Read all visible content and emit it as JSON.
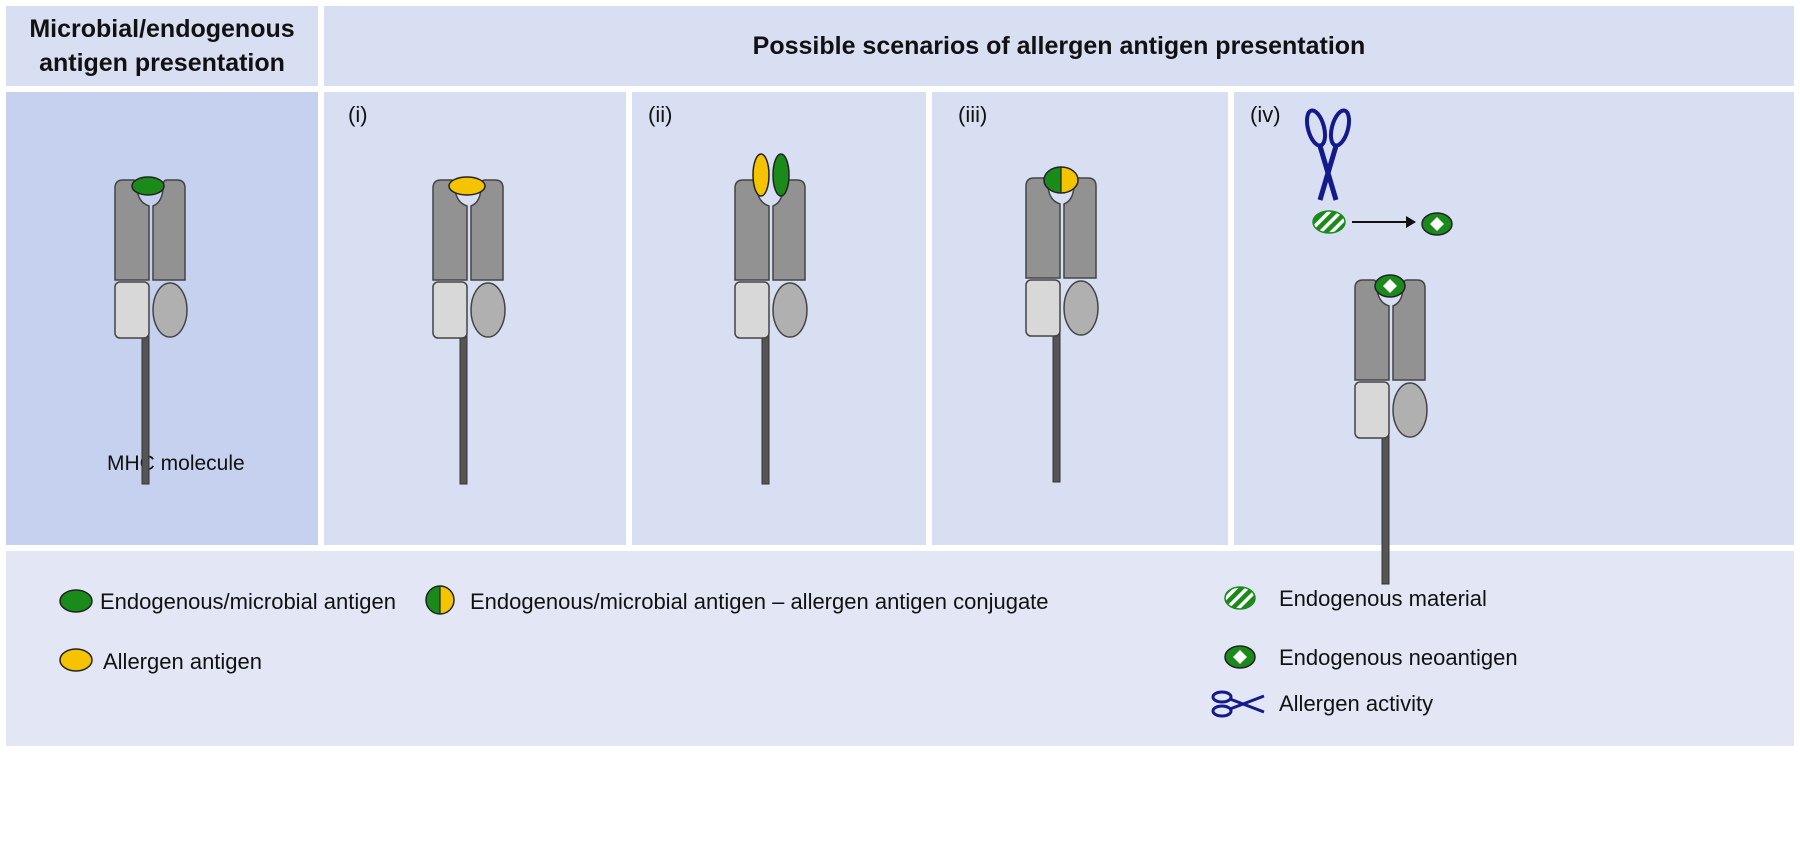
{
  "header": {
    "left_title": "Microbial/endogenous antigen presentation",
    "right_title": "Possible scenarios of allergen antigen presentation"
  },
  "scenarios": [
    {
      "label": "(i)"
    },
    {
      "label": "(ii)"
    },
    {
      "label": "(iii)"
    },
    {
      "label": "(iv)"
    }
  ],
  "mhc_label": "MHC molecule",
  "legend": {
    "endogenous_microbial_antigen": "Endogenous/microbial antigen",
    "allergen_antigen": "Allergen antigen",
    "conjugate": "Endogenous/microbial antigen – allergen antigen conjugate",
    "endogenous_material": "Endogenous material",
    "endogenous_neoantigen": "Endogenous neoantigen",
    "allergen_activity": "Allergen activity"
  },
  "colors": {
    "header_bg": "#d9dff2",
    "left_panel_bg": "#c5d1ef",
    "scenario_bg": "#d9dff2",
    "legend_bg": "#e3e7f5",
    "green": "#1a8a1a",
    "yellow": "#f5c300",
    "mhc_dark": "#929292",
    "mhc_light": "#d8d8d8",
    "mhc_mid": "#b0b0b0",
    "scissors": "#121a8c"
  }
}
